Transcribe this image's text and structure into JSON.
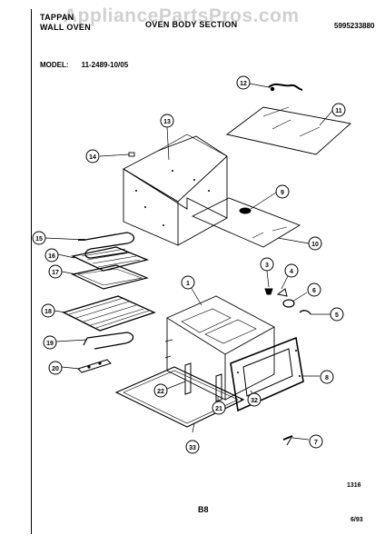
{
  "header": {
    "brand_line1": "TAPPAN",
    "brand_line2": "WALL OVEN",
    "title": "OVEN BODY SECTION",
    "part_number": "5995233880"
  },
  "watermark": "AppliancePartsPros.com",
  "model": {
    "label": "MODEL:",
    "value": "11-2489-10/05"
  },
  "callouts": [
    {
      "id": "c12",
      "label": "12"
    },
    {
      "id": "c11",
      "label": "11"
    },
    {
      "id": "c13",
      "label": "13"
    },
    {
      "id": "c14",
      "label": "14"
    },
    {
      "id": "c9",
      "label": "9"
    },
    {
      "id": "c10",
      "label": "10"
    },
    {
      "id": "c15",
      "label": "15"
    },
    {
      "id": "c16",
      "label": "16"
    },
    {
      "id": "c17",
      "label": "17"
    },
    {
      "id": "c18",
      "label": "18"
    },
    {
      "id": "c19",
      "label": "19"
    },
    {
      "id": "c20",
      "label": "20"
    },
    {
      "id": "c1",
      "label": "1"
    },
    {
      "id": "c3",
      "label": "3"
    },
    {
      "id": "c4",
      "label": "4"
    },
    {
      "id": "c6a",
      "label": "6"
    },
    {
      "id": "c5",
      "label": "5"
    },
    {
      "id": "c8",
      "label": "8"
    },
    {
      "id": "c22",
      "label": "22"
    },
    {
      "id": "c21",
      "label": "21"
    },
    {
      "id": "c32",
      "label": "32"
    },
    {
      "id": "c33",
      "label": "33"
    },
    {
      "id": "c7",
      "label": "7"
    }
  ],
  "footer": {
    "code": "1316",
    "page": "B8",
    "date": "6/93"
  }
}
